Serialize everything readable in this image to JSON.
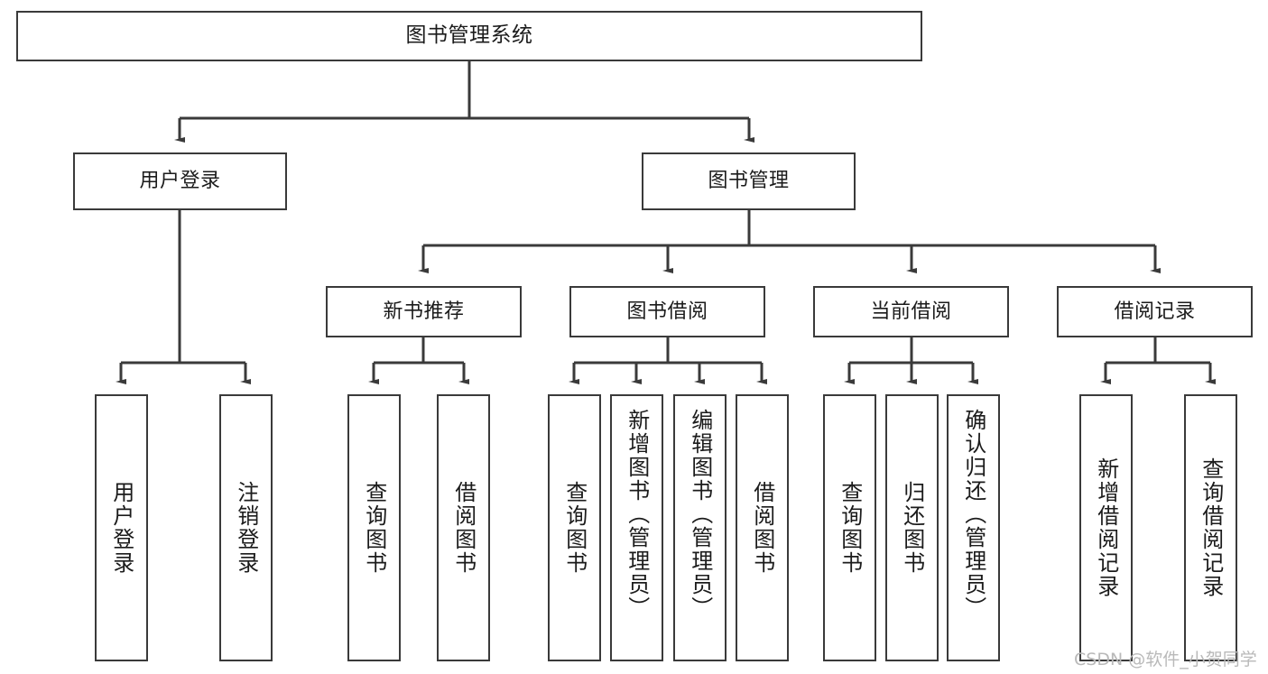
{
  "diagram": {
    "type": "tree-hierarchy-chart",
    "title": "图书管理系统",
    "line_color": "#3a3a3a",
    "box_fill": "#ffffff",
    "text_color": "#1b1b1b",
    "watermark": "CSDN @软件_小贺同学",
    "watermark_color": "#b9b9b9"
  },
  "nodes": {
    "root": {
      "label": "图书管理系统"
    },
    "level2": [
      {
        "label": "用户登录"
      },
      {
        "label": "图书管理"
      }
    ],
    "level3": [
      {
        "label": "新书推荐"
      },
      {
        "label": "图书借阅"
      },
      {
        "label": "当前借阅"
      },
      {
        "label": "借阅记录"
      }
    ],
    "leaves": {
      "user_login": [
        {
          "label": "用户登录"
        },
        {
          "label": "注销登录"
        }
      ],
      "new_book_recommend": [
        {
          "label": "查询图书"
        },
        {
          "label": "借阅图书"
        }
      ],
      "book_borrow": [
        {
          "label": "查询图书"
        },
        {
          "label": "新增图书（管理员）"
        },
        {
          "label": "编辑图书（管理员）"
        },
        {
          "label": "借阅图书"
        }
      ],
      "current_borrow": [
        {
          "label": "查询图书"
        },
        {
          "label": "归还图书"
        },
        {
          "label": "确认归还（管理员）"
        }
      ],
      "borrow_record": [
        {
          "label": "新增借阅记录"
        },
        {
          "label": "查询借阅记录"
        }
      ]
    }
  }
}
